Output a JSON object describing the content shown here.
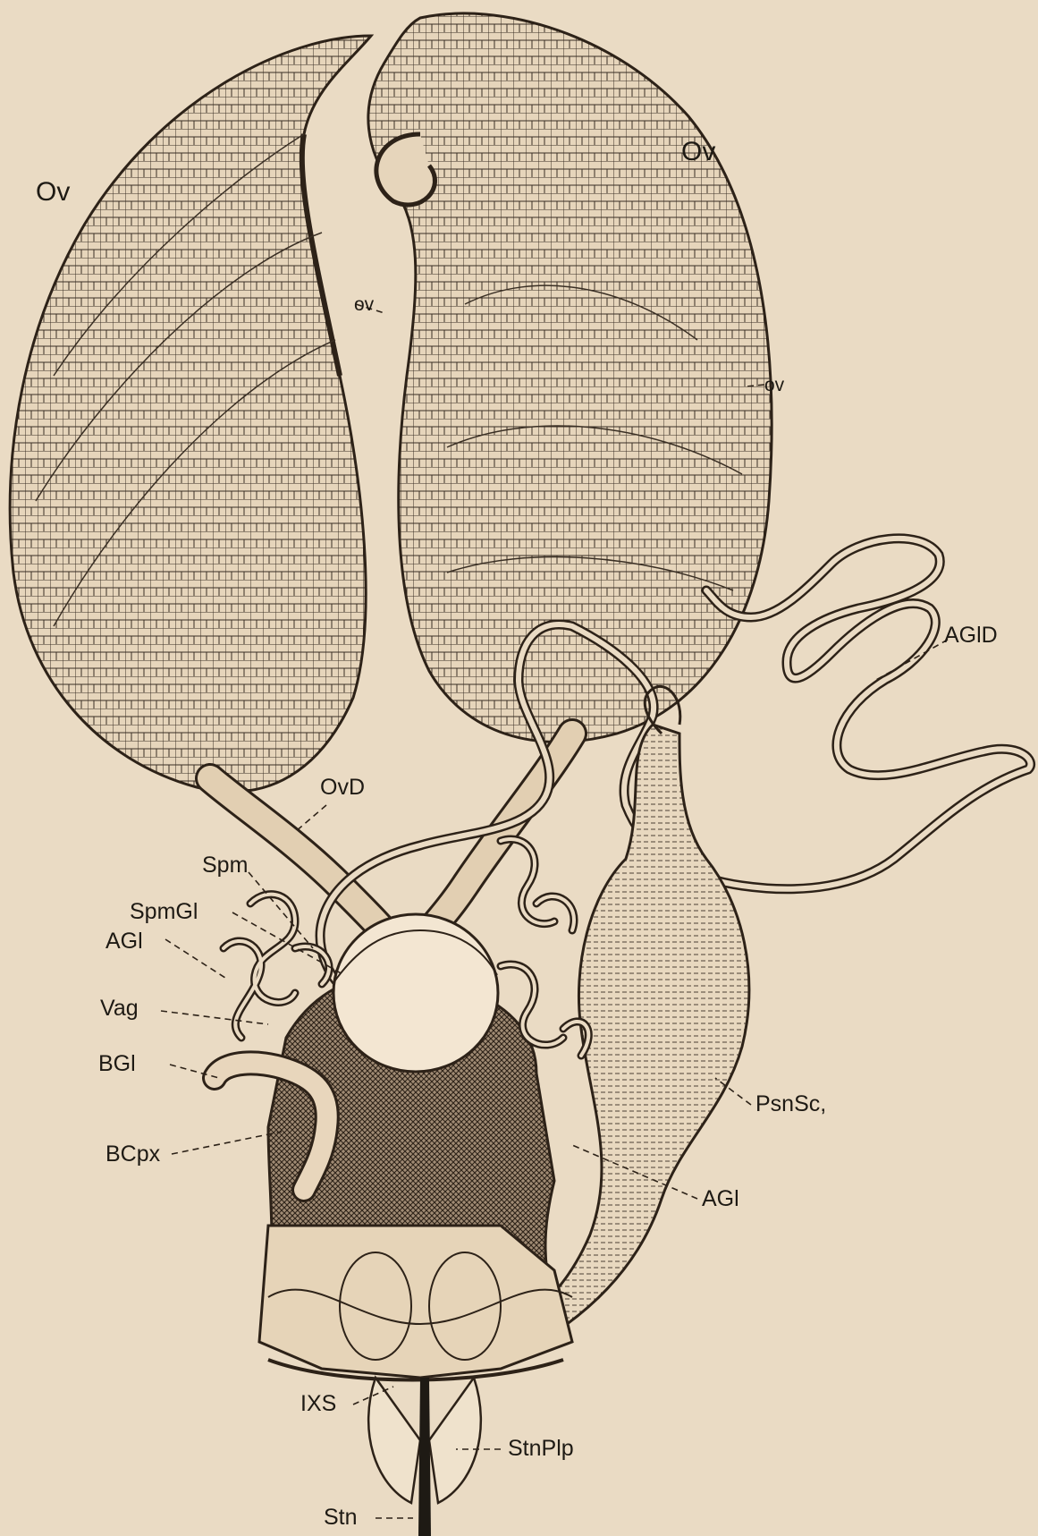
{
  "labels": {
    "ov_left": "Ov",
    "ov_right": "Ov",
    "ovule_upper": "ov",
    "ovule_right": "ov",
    "agld": "AGlD",
    "ovd": "OvD",
    "spm": "Spm",
    "spmgl": "SpmGl",
    "agl_left": "AGl",
    "vag": "Vag",
    "psnsc": "PsnSc,",
    "bgl": "BGl",
    "agl_right": "AGl",
    "bcpx": "BCpx",
    "ixs": "IXS",
    "stnplp": "StnPlp",
    "stn": "Stn"
  },
  "colors": {
    "paper": "#eadbc4",
    "ink": "#1e1a14",
    "shade": "#2d2218"
  }
}
